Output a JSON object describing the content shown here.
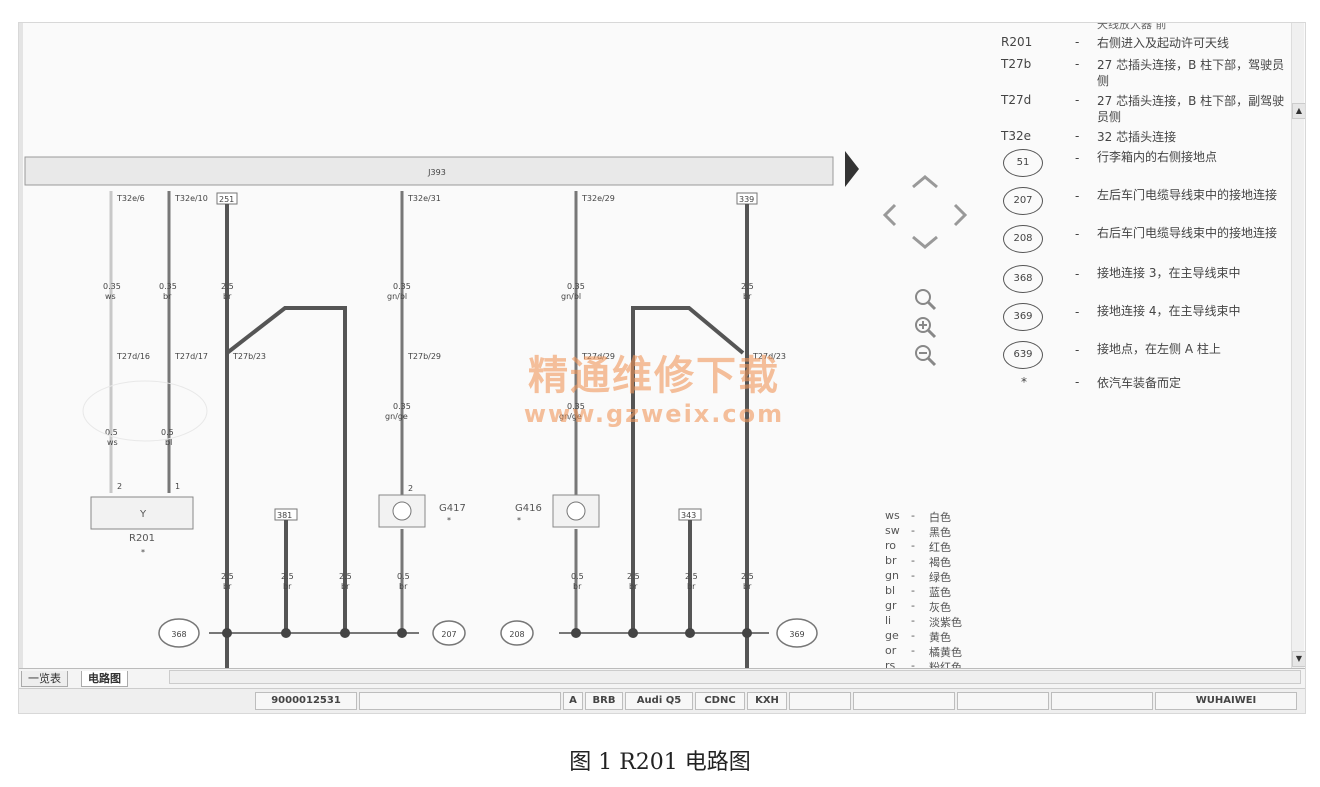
{
  "diagram": {
    "bus_label": "J393",
    "wires": [
      {
        "pin": "T32e/6",
        "top_size": "0.35",
        "top_color": "ws",
        "mid_pin": "T27d/16",
        "bottom_size": "0.5",
        "bottom_color": "ws",
        "bottom_pin": "2"
      },
      {
        "pin": "T32e/10",
        "top_size": "0.35",
        "top_color": "br",
        "mid_pin": "T27d/17",
        "bottom_size": "0.5",
        "bottom_color": "bl",
        "bottom_pin": "1"
      },
      {
        "pin": "251",
        "top_size": "2.5",
        "top_color": "br",
        "mid_pin": "T27b/23",
        "bottom_size": "2.5",
        "bottom_color": "br"
      },
      {
        "pin": "T32e/31",
        "top_size": "0.35",
        "top_color": "gn/bl",
        "mid_pin": "T27b/29",
        "mid_size": "0.35",
        "mid_color": "gn/ge",
        "bottom_size": "0.5",
        "bottom_color": "br",
        "bottom_pin": "2"
      },
      {
        "pin": "T32e/29",
        "top_size": "0.35",
        "top_color": "gn/bl",
        "mid_pin": "T27d/29",
        "mid_size": "0.35",
        "mid_color": "gn/ge",
        "bottom_size": "0.5",
        "bottom_color": "br"
      },
      {
        "pin": "339",
        "top_size": "2.5",
        "top_color": "br",
        "mid_pin": "T27d/23",
        "bottom_size": "2.5",
        "bottom_color": "br"
      }
    ],
    "components": [
      {
        "code": "R201",
        "mark": "*"
      },
      {
        "code": "G417",
        "mark": "*"
      },
      {
        "code": "G416",
        "mark": "*"
      }
    ],
    "drop_wires": [
      {
        "box": "381",
        "size": "2.5",
        "color": "br"
      },
      {
        "box": "343",
        "size": "2.5",
        "color": "br"
      }
    ],
    "ground_points": [
      "368",
      "207",
      "208",
      "369"
    ],
    "loop_wire": {
      "size": "2.5",
      "color": "br"
    }
  },
  "legend": {
    "cut_top": "天线放大器 前",
    "items": [
      {
        "code": "R201",
        "desc": "右侧进入及起动许可天线"
      },
      {
        "code": "T27b",
        "desc": "27 芯插头连接，B 柱下部，驾驶员侧"
      },
      {
        "code": "T27d",
        "desc": "27 芯插头连接，B 柱下部，副驾驶员侧"
      },
      {
        "code": "T32e",
        "desc": "32 芯插头连接"
      }
    ],
    "grounds": [
      {
        "code": "51",
        "desc": "行李箱内的右侧接地点"
      },
      {
        "code": "207",
        "desc": "左后车门电缆导线束中的接地连接"
      },
      {
        "code": "208",
        "desc": "右后车门电缆导线束中的接地连接"
      },
      {
        "code": "368",
        "desc": "接地连接 3，在主导线束中"
      },
      {
        "code": "369",
        "desc": "接地连接 4，在主导线束中"
      },
      {
        "code": "639",
        "desc": "接地点，在左侧 A 柱上"
      }
    ],
    "footnote_mark": "*",
    "footnote": "依汽车装备而定"
  },
  "color_key": [
    {
      "code": "ws",
      "name": "白色"
    },
    {
      "code": "sw",
      "name": "黑色"
    },
    {
      "code": "ro",
      "name": "红色"
    },
    {
      "code": "br",
      "name": "褐色"
    },
    {
      "code": "gn",
      "name": "绿色"
    },
    {
      "code": "bl",
      "name": "蓝色"
    },
    {
      "code": "gr",
      "name": "灰色"
    },
    {
      "code": "li",
      "name": "淡紫色"
    },
    {
      "code": "ge",
      "name": "黄色"
    },
    {
      "code": "or",
      "name": "橘黄色"
    },
    {
      "code": "rs",
      "name": "粉红色"
    }
  ],
  "tabs": [
    {
      "label": "一览表"
    },
    {
      "label": "电路图",
      "active": true
    }
  ],
  "status": {
    "doc_number": "9000012531",
    "cells": [
      "A",
      "BRB",
      "Audi Q5",
      "CDNC",
      "KXH"
    ],
    "user": "WUHAIWEI"
  },
  "watermark": {
    "line1": "精通维修下载",
    "line2": "www.gzweix.com"
  },
  "caption": "图 1  R201 电路图"
}
